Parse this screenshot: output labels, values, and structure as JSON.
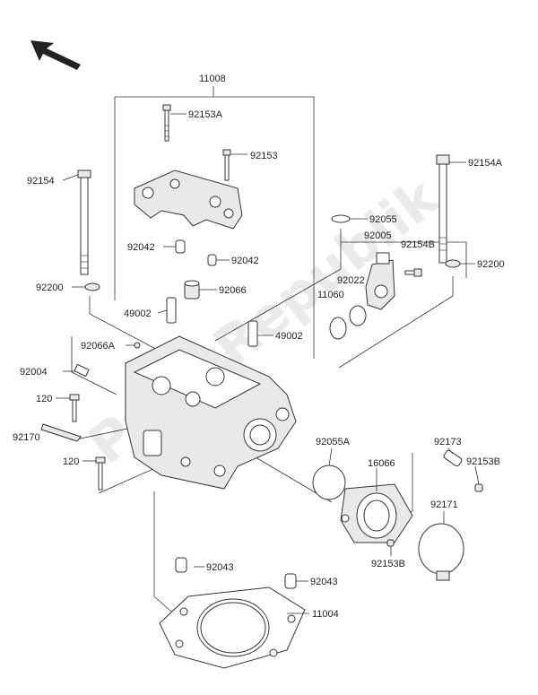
{
  "diagram": {
    "watermark": "PartsRepublik",
    "direction_arrow": "arrow-front-icon",
    "labels": {
      "p11008": "11008",
      "p92153A": "92153A",
      "p92153": "92153",
      "p92154_left": "92154",
      "p92154A": "92154A",
      "p92055": "92055",
      "p92005": "92005",
      "p92154B": "92154B",
      "p92042_left": "92042",
      "p92042_right": "92042",
      "p92200_left": "92200",
      "p92200_right": "92200",
      "p92066": "92066",
      "p92022": "92022",
      "p11060": "11060",
      "p49002_left": "49002",
      "p49002_right": "49002",
      "p92066A": "92066A",
      "p92004": "92004",
      "p120_upper": "120",
      "p92170": "92170",
      "p120_lower": "120",
      "p92055A": "92055A",
      "p92173": "92173",
      "p16066": "16066",
      "p92153B_right": "92153B",
      "p92171": "92171",
      "p92153B_bottom": "92153B",
      "p92043_left": "92043",
      "p92043_right": "92043",
      "p11004": "11004"
    }
  }
}
